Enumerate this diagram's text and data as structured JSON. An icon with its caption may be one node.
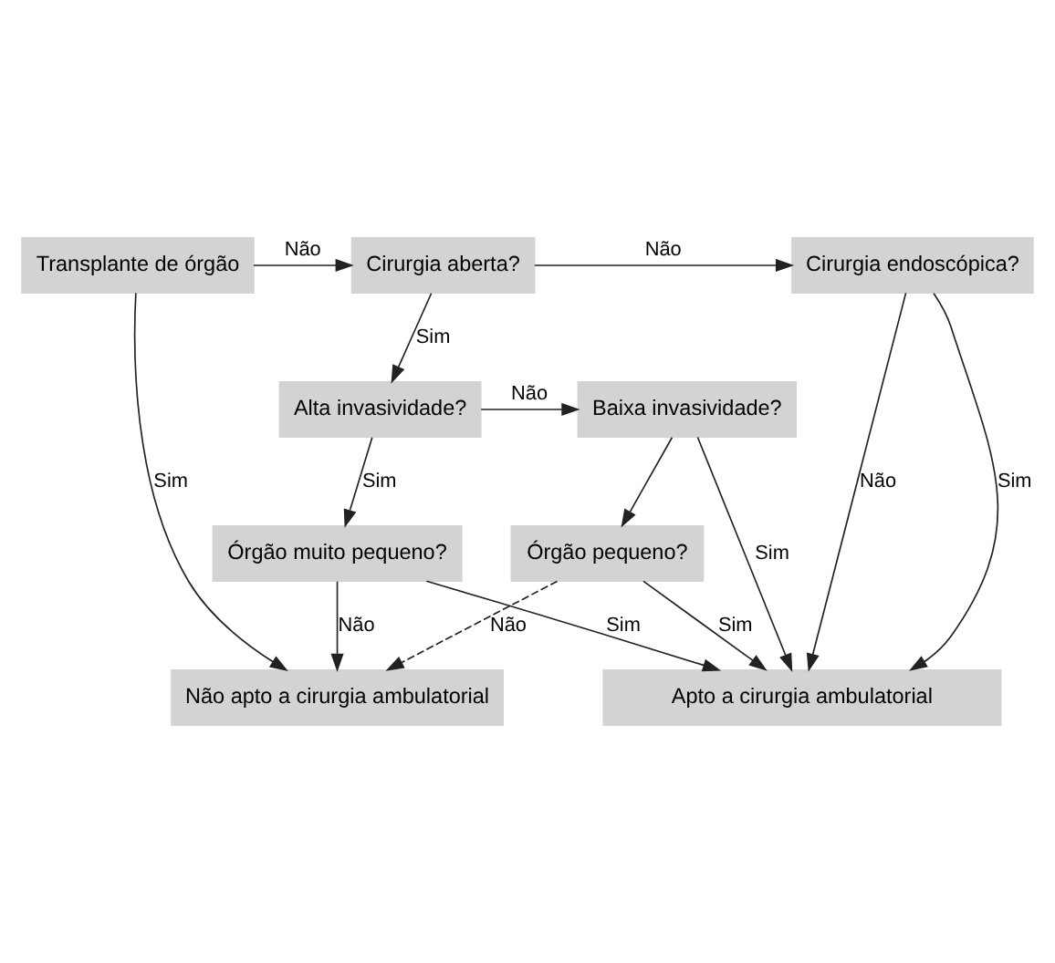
{
  "diagram": {
    "nodes": [
      {
        "text": [
          "Transplante de órgão"
        ]
      },
      {
        "text": [
          "Cirurgia aberta?"
        ]
      },
      {
        "text": [
          "Cirurgia endoscópica?"
        ]
      },
      {
        "text": [
          "Alta invasividade?"
        ]
      },
      {
        "text": [
          "Baixa invasividade?"
        ]
      },
      {
        "text": [
          "Órgão muito pequeno?"
        ]
      },
      {
        "text": [
          "Órgão pequeno?"
        ]
      },
      {
        "text": [
          "Não apto a cirurgia ambulatorial"
        ]
      },
      {
        "text": [
          "Apto a cirurgia ambulatorial"
        ]
      }
    ],
    "edges": [
      {
        "from": 0,
        "to": 1,
        "arrow": "to",
        "label": "Não"
      },
      {
        "from": 1,
        "to": 2,
        "arrow": "to",
        "label": "Não"
      },
      {
        "from": 2,
        "to": 8,
        "arrow": "to",
        "label": "Sim"
      },
      {
        "from": 2,
        "to": 8,
        "arrow": "to",
        "label": "Não"
      },
      {
        "from": 1,
        "to": 3,
        "arrow": "to",
        "label": "Sim"
      },
      {
        "from": 3,
        "to": 4,
        "arrow": "to",
        "label": "Não"
      },
      {
        "from": 4,
        "to": 8,
        "arrow": "to",
        "label": "Sim"
      },
      {
        "from": 4,
        "to": 6,
        "arrow": "to"
      },
      {
        "from": 3,
        "to": 5,
        "arrow": "to",
        "label": "Sim"
      },
      {
        "from": 0,
        "to": 7,
        "arrow": "to",
        "label": "Sim"
      },
      {
        "from": 5,
        "to": 7,
        "arrow": "to",
        "label": "Não"
      },
      {
        "from": 5,
        "to": 8,
        "arrow": "to",
        "label": "Sim"
      },
      {
        "from": 6,
        "to": 7,
        "arrow": "to",
        "label": "Não",
        "style": "dashed"
      },
      {
        "from": 6,
        "to": 8,
        "arrow": "to",
        "label": "Sim"
      }
    ]
  }
}
